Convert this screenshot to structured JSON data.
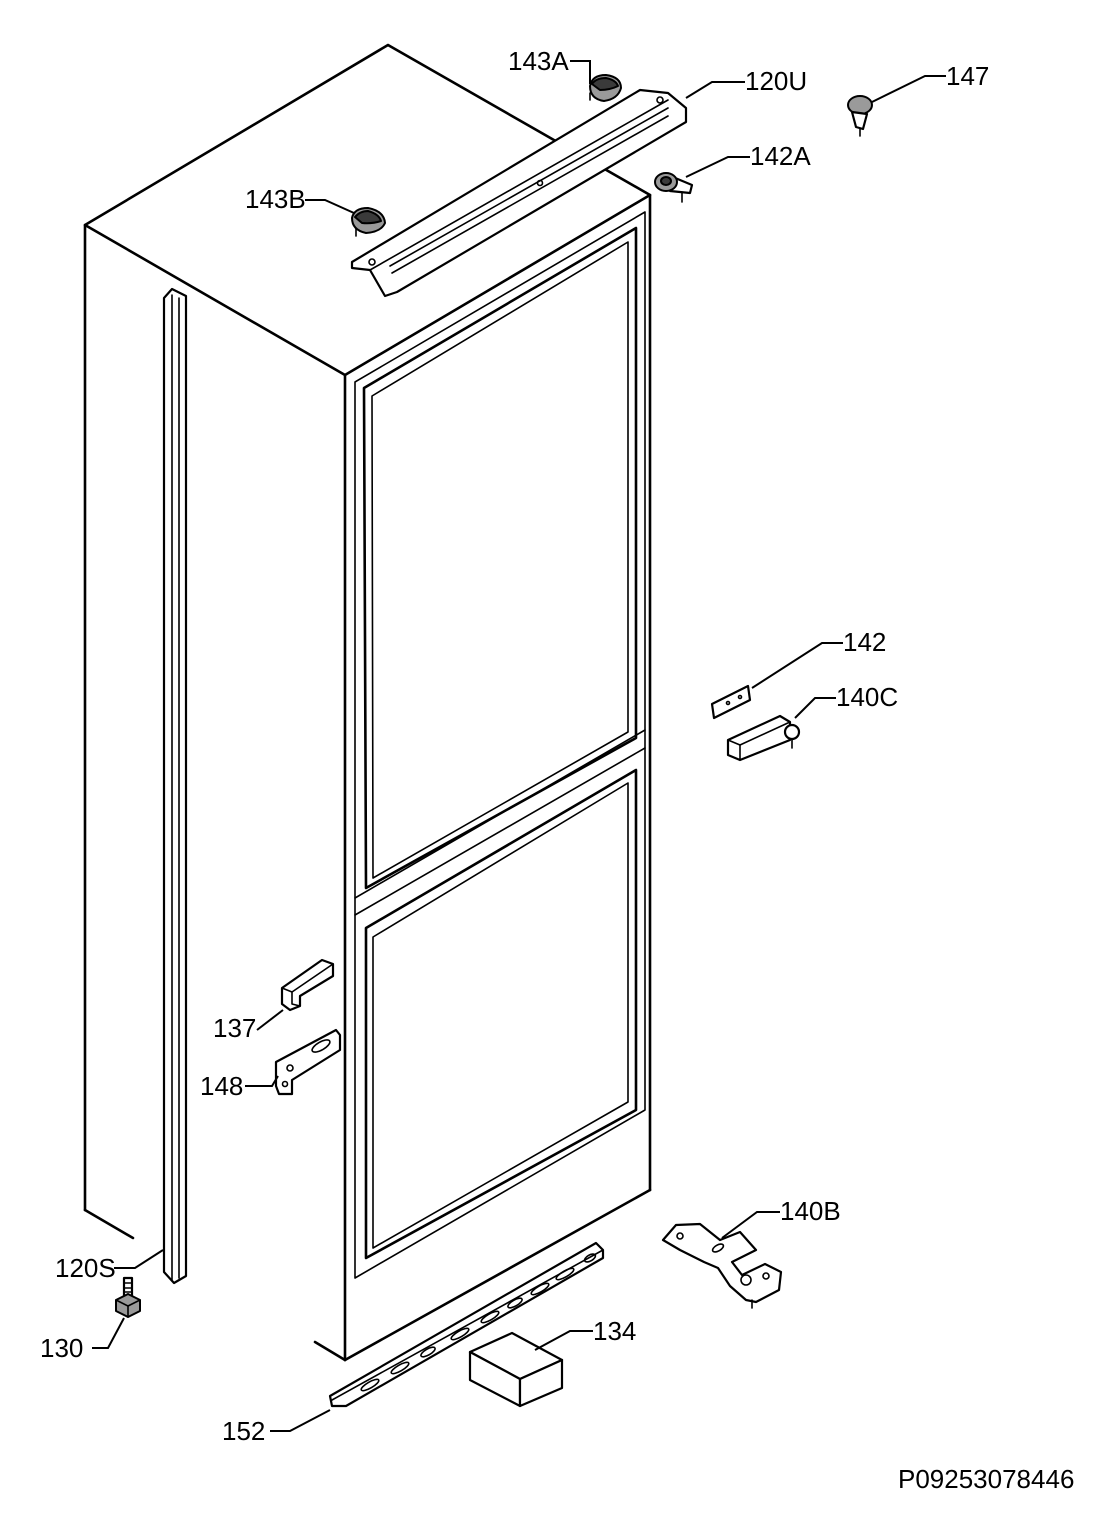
{
  "part_labels": [
    "143A",
    "120U",
    "147",
    "142A",
    "143B",
    "142",
    "140C",
    "137",
    "148",
    "140B",
    "120S",
    "134",
    "130",
    "152"
  ],
  "drawing_number": "P09253078446"
}
